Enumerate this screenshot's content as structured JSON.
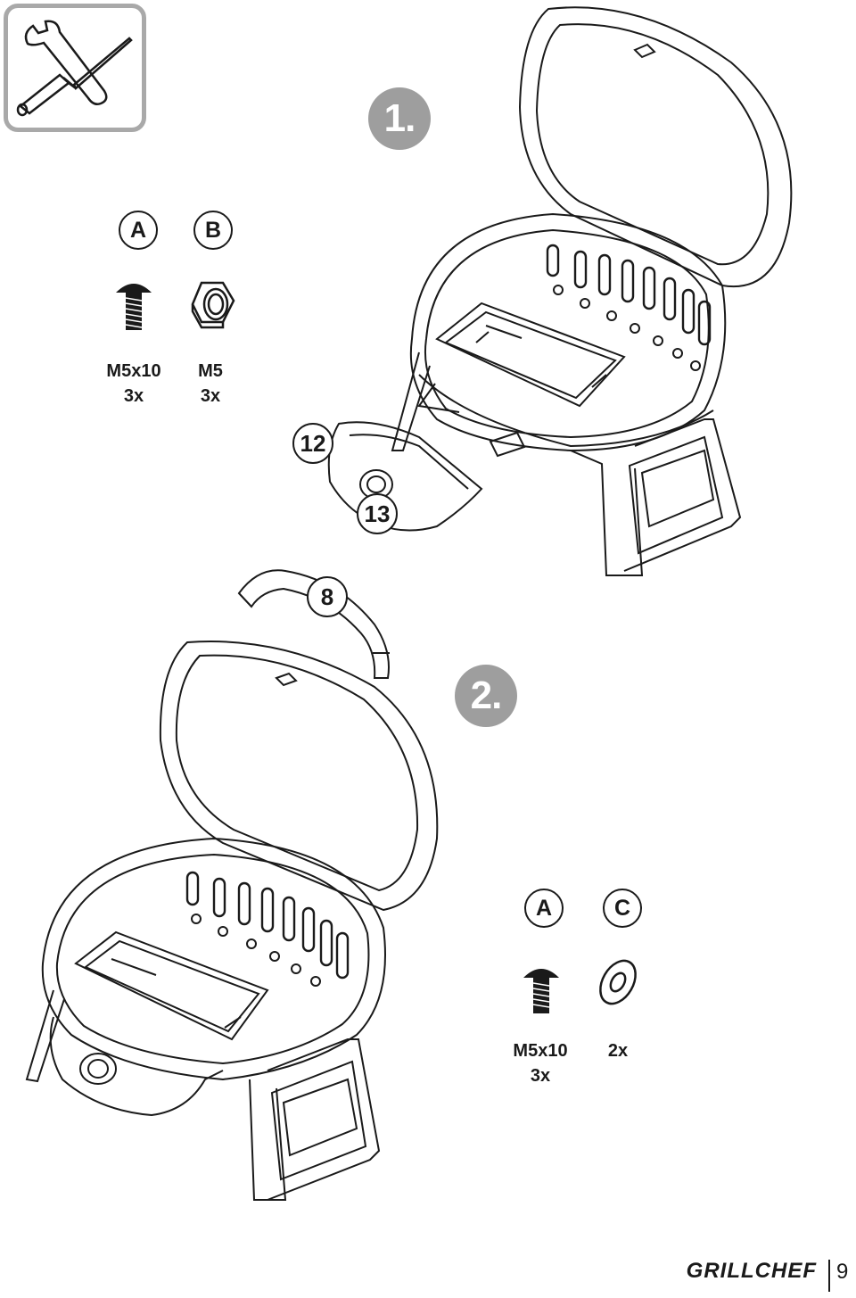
{
  "step1": {
    "number": "1.",
    "parts": [
      {
        "letter": "A",
        "spec": "M5x10",
        "qty": "3x"
      },
      {
        "letter": "B",
        "spec": "M5",
        "qty": "3x"
      }
    ],
    "callouts": [
      "12",
      "13"
    ]
  },
  "step2": {
    "number": "2.",
    "parts": [
      {
        "letter": "A",
        "spec": "M5x10",
        "qty": "3x"
      },
      {
        "letter": "C",
        "spec": "",
        "qty": "2x"
      }
    ],
    "callouts": [
      "8"
    ]
  },
  "footer": {
    "brand": "GRILLCHEF",
    "page": "9"
  },
  "icons": [
    "wrench-icon",
    "screwdriver-icon",
    "screw-icon",
    "nut-icon",
    "washer-icon"
  ],
  "colors": {
    "step_badge": "#9e9e9e",
    "tool_box_border": "#a9a9a9",
    "ink": "#1a1a1a"
  }
}
